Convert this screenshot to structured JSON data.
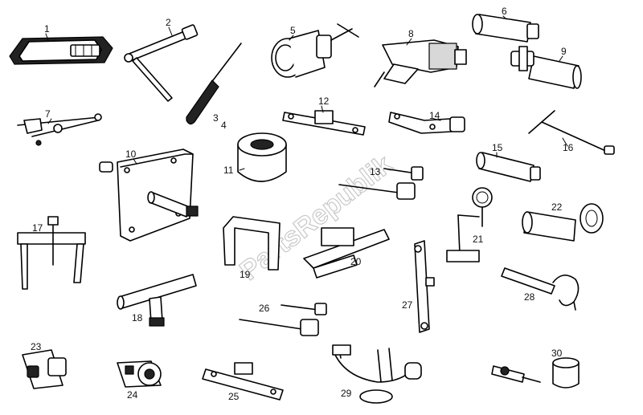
{
  "watermark": {
    "text": "PartsRepublik"
  },
  "labels": [
    "1",
    "2",
    "3",
    "4",
    "5",
    "6",
    "7",
    "8",
    "9",
    "10",
    "11",
    "12",
    "13",
    "14",
    "15",
    "16",
    "17",
    "18",
    "19",
    "20",
    "21",
    "22",
    "23",
    "24",
    "25",
    "26",
    "27",
    "28",
    "29",
    "30"
  ]
}
